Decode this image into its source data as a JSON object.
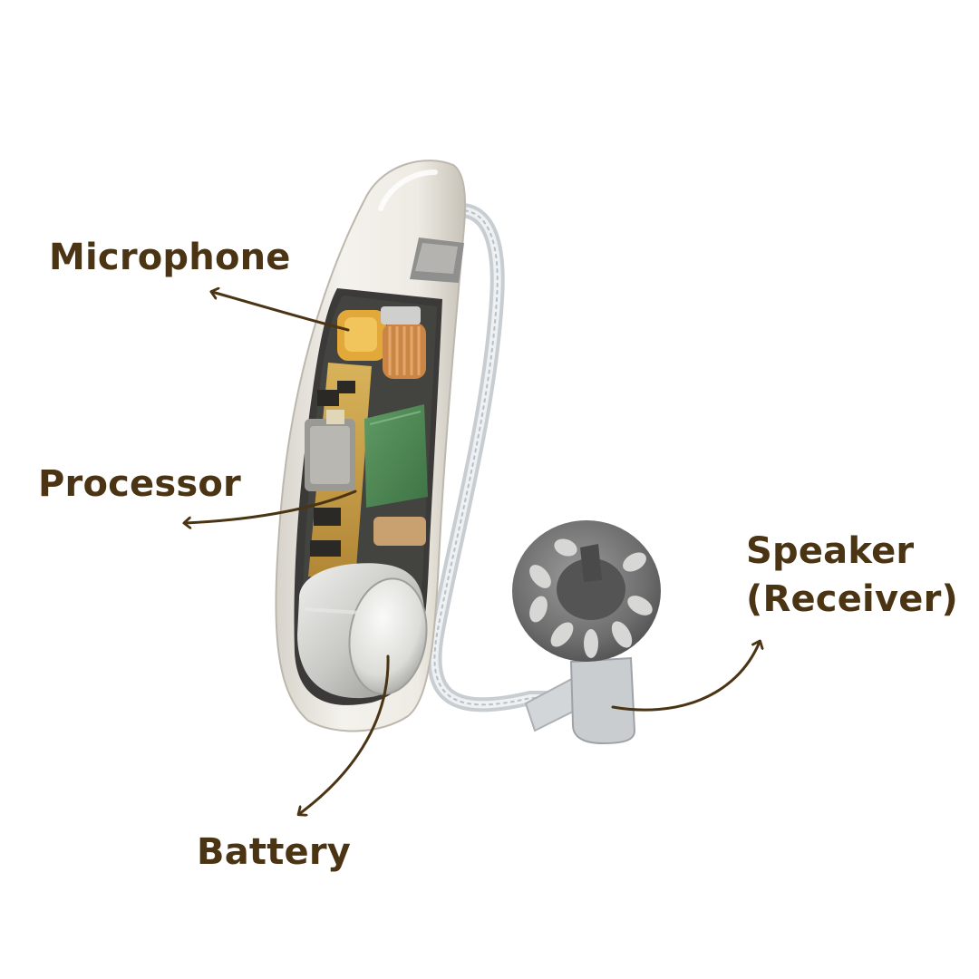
{
  "colors": {
    "label_text": "#4a3413",
    "arrow": "#4a3413",
    "shell": "#e9e6df",
    "shell_shadow": "#c9c4ba",
    "pcb": "#c9a14a",
    "chip": "#4f8a55",
    "battery": "#b8b8b4",
    "receiver": "#6f6f70",
    "tube": "#d6dadd"
  },
  "labels": {
    "microphone": "Microphone",
    "processor": "Processor",
    "speaker_line1": "Speaker",
    "speaker_line2": "(Receiver)",
    "battery": "Battery"
  }
}
